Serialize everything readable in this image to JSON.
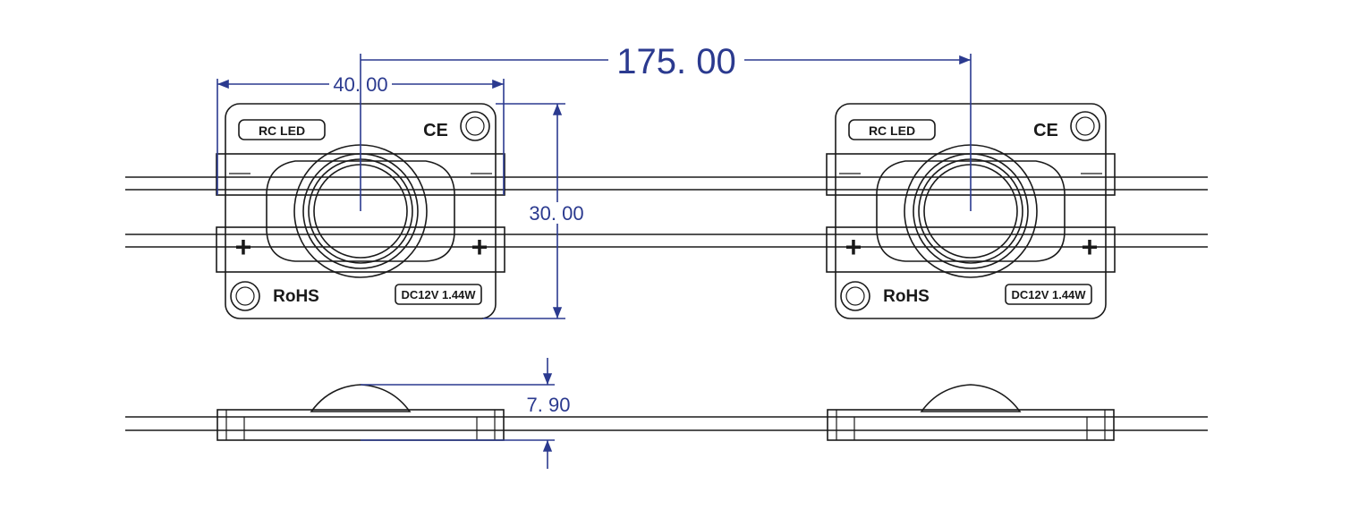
{
  "dimensions": {
    "pitch": "175. 00",
    "width": "40. 00",
    "height": "30. 00",
    "thickness": "7. 90"
  },
  "module_labels": {
    "brand": "RC LED",
    "ce": "CE",
    "rohs": "RoHS",
    "rating": "DC12V 1.44W",
    "minus": "−",
    "plus": "+"
  },
  "colors": {
    "dimension": "#2b3a8f",
    "outline": "#1a1a1a",
    "background": "#ffffff"
  }
}
